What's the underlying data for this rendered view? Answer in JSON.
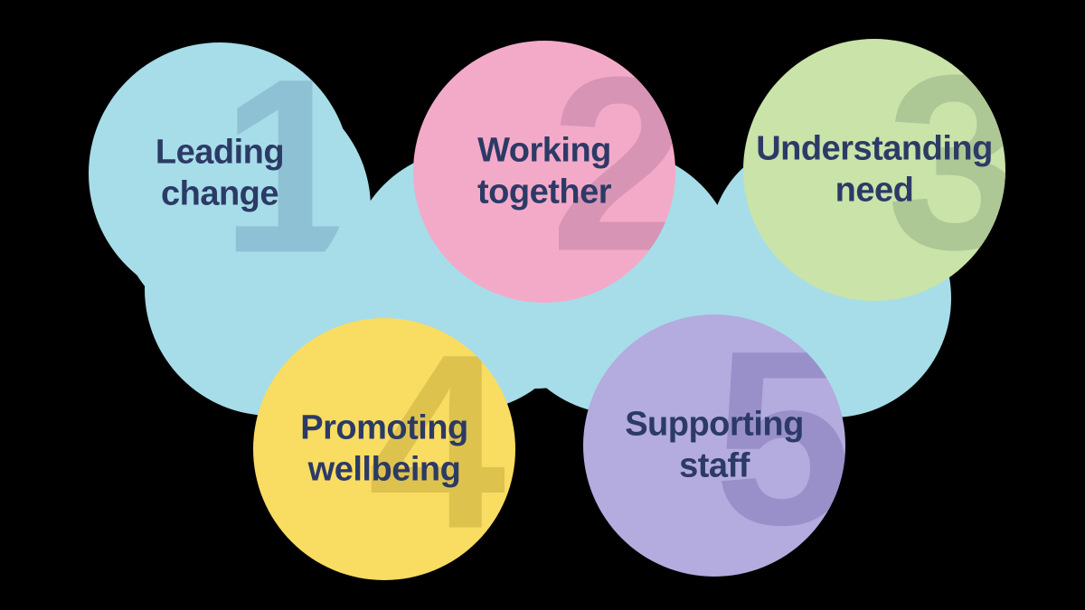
{
  "canvas": {
    "background": "#000000"
  },
  "diagram": {
    "blob_color": "#a6dde8",
    "text_color": "#2c3a66",
    "items": [
      {
        "number": "1",
        "label": "Leading\nchange",
        "circle_color": "#a6dde8",
        "number_color": "#8fc1d4"
      },
      {
        "number": "2",
        "label": "Working\ntogether",
        "circle_color": "#f3aac8",
        "number_color": "#d794b4"
      },
      {
        "number": "3",
        "label": "Understanding\nneed",
        "circle_color": "#c9e3a9",
        "number_color": "#adc795"
      },
      {
        "number": "4",
        "label": "Promoting\nwellbeing",
        "circle_color": "#f9dc62",
        "number_color": "#ddc24e"
      },
      {
        "number": "5",
        "label": "Supporting\nstaff",
        "circle_color": "#b4abde",
        "number_color": "#9990ca"
      }
    ]
  }
}
